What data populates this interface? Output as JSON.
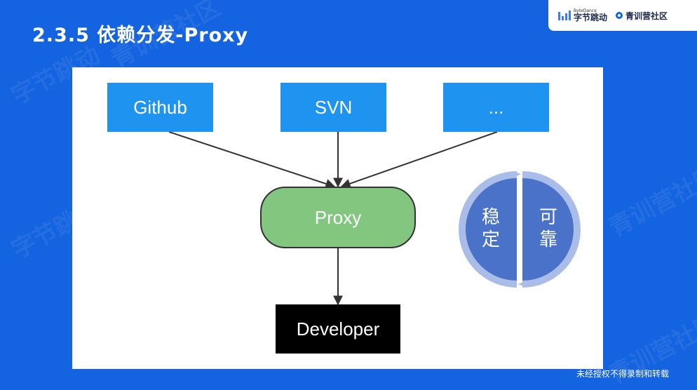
{
  "title": "2.3.5 依赖分发-Proxy",
  "logos": {
    "bytedance_small": "ByteDance",
    "bytedance": "字节跳动",
    "community": "青训营社区"
  },
  "diagram": {
    "sources": [
      "Github",
      "SVN",
      "..."
    ],
    "proxy": "Proxy",
    "developer": "Developer",
    "cycle_left": [
      "稳",
      "定"
    ],
    "cycle_right": [
      "可",
      "靠"
    ]
  },
  "footer": {
    "notice": "未经授权不得录制和转载"
  },
  "colors": {
    "background": "#1463e0",
    "source_box": "#1e94f0",
    "proxy_fill": "#83c67f",
    "cycle_fill": "#4a72c8",
    "cycle_ring": "#a9bde8"
  }
}
